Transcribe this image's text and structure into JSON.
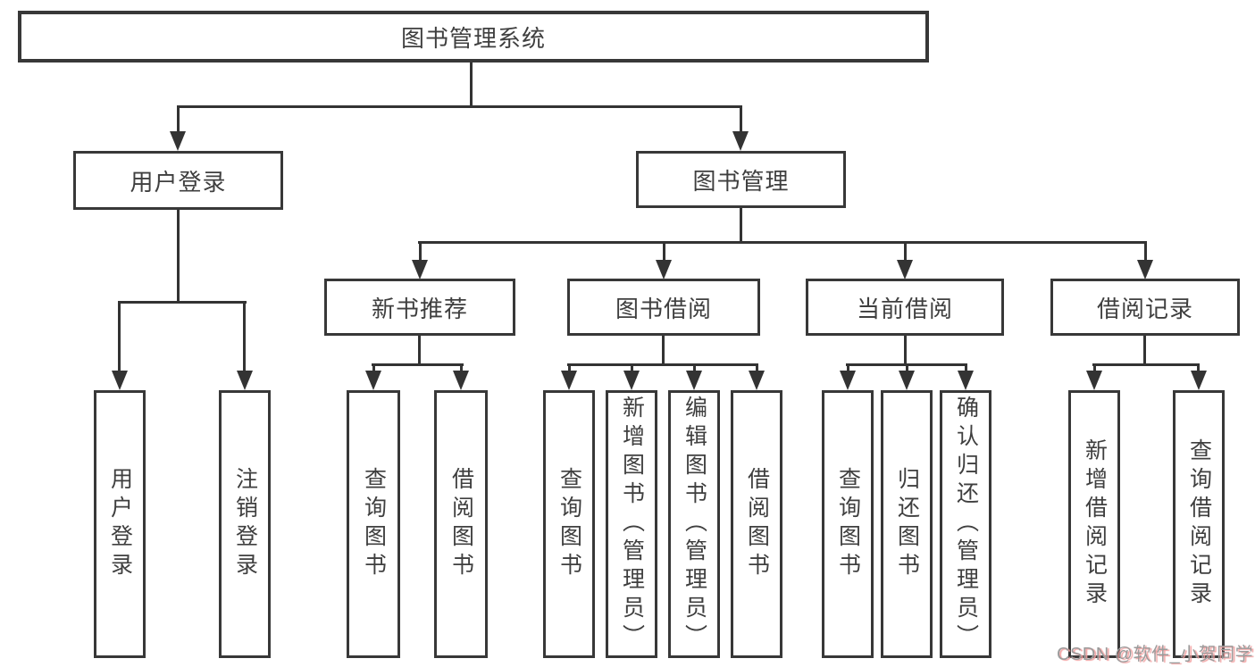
{
  "diagram": {
    "root": {
      "label": "图书管理系统"
    },
    "branches": [
      {
        "label": "用户登录",
        "children": [
          {
            "label": "用户登录"
          },
          {
            "label": "注销登录"
          }
        ]
      },
      {
        "label": "图书管理",
        "children": [
          {
            "label": "新书推荐",
            "children": [
              {
                "label": "查询图书"
              },
              {
                "label": "借阅图书"
              }
            ]
          },
          {
            "label": "图书借阅",
            "children": [
              {
                "label": "查询图书"
              },
              {
                "label": "新增图书（管理员）"
              },
              {
                "label": "编辑图书（管理员）"
              },
              {
                "label": "借阅图书"
              }
            ]
          },
          {
            "label": "当前借阅",
            "children": [
              {
                "label": "查询图书"
              },
              {
                "label": "归还图书"
              },
              {
                "label": "确认归还（管理员）"
              }
            ]
          },
          {
            "label": "借阅记录",
            "children": [
              {
                "label": "新增借阅记录"
              },
              {
                "label": "查询借阅记录"
              }
            ]
          }
        ]
      }
    ]
  },
  "watermark": {
    "text": "CSDN @软件_小贺同学"
  },
  "colors": {
    "line": "#333333",
    "box_border": "#383838",
    "text": "#3f3f3f",
    "background": "#ffffff",
    "watermark_text": "#9b9b9b",
    "watermark_shadow": "#f2a0a0"
  }
}
